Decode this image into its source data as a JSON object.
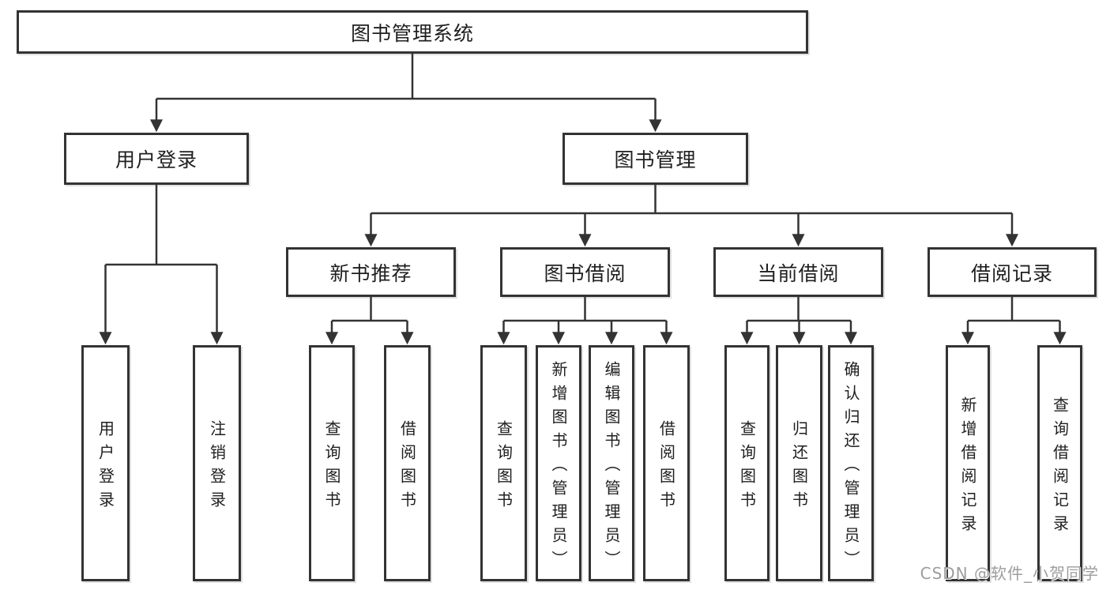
{
  "tree": {
    "root": "图书管理系统",
    "branches": [
      {
        "label": "用户登录",
        "leaves": [
          "用户登录",
          "注销登录"
        ]
      },
      {
        "label": "图书管理",
        "children": [
          {
            "label": "新书推荐",
            "leaves": [
              "查询图书",
              "借阅图书"
            ]
          },
          {
            "label": "图书借阅",
            "leaves": [
              "查询图书",
              "新增图书（管理员）",
              "编辑图书（管理员）",
              "借阅图书"
            ]
          },
          {
            "label": "当前借阅",
            "leaves": [
              "查询图书",
              "归还图书",
              "确认归还（管理员）"
            ]
          },
          {
            "label": "借阅记录",
            "leaves": [
              "新增借阅记录",
              "查询借阅记录"
            ]
          }
        ]
      }
    ]
  },
  "watermark": {
    "text": "CSDN @软件_小贺同学"
  },
  "colors": {
    "line": "#333333",
    "ink": "#1f1f1f",
    "paper": "#ffffff",
    "watermark": "#9d9d9d"
  }
}
